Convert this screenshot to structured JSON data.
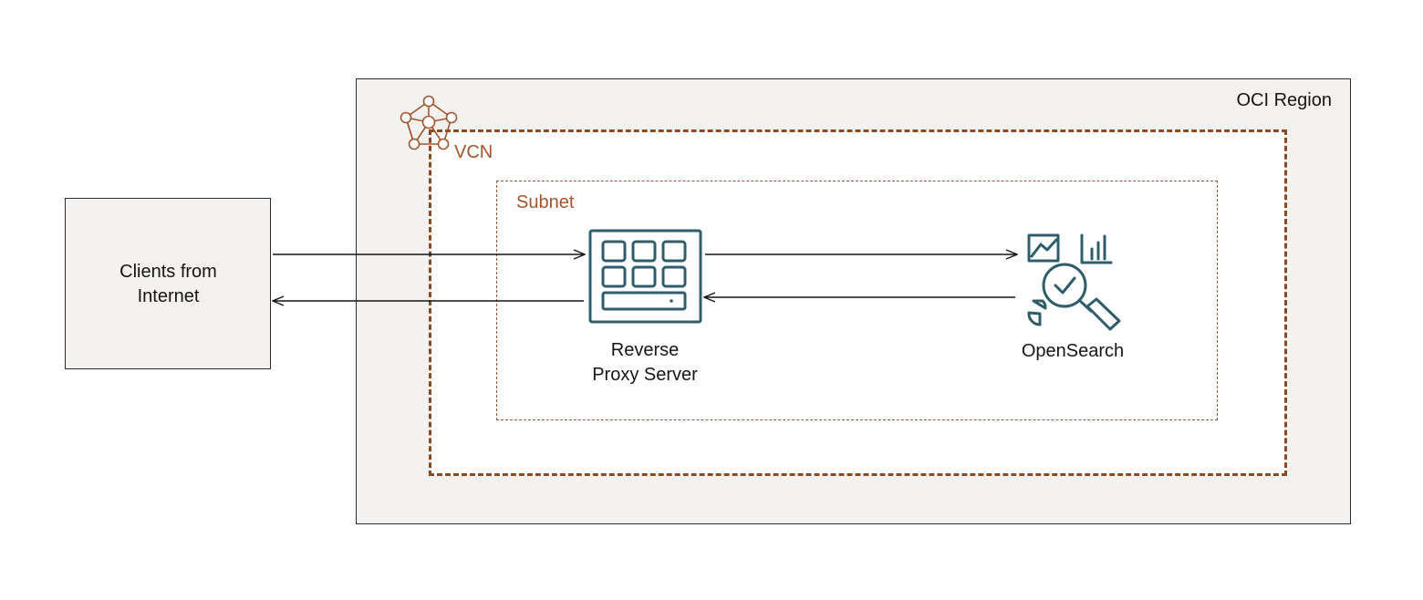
{
  "clients": {
    "label_line1": "Clients from",
    "label_line2": "Internet"
  },
  "region": {
    "label": "OCI Region"
  },
  "vcn": {
    "label": "VCN",
    "icon": "vcn-network-icon"
  },
  "subnet": {
    "label": "Subnet"
  },
  "proxy": {
    "label_line1": "Reverse",
    "label_line2": "Proxy Server",
    "icon": "server-rack-icon"
  },
  "opensearch": {
    "label": "OpenSearch",
    "icon": "opensearch-analytics-icon"
  },
  "colors": {
    "teal_icon": "#2f5d69",
    "vcn_border": "#8a4a22",
    "label_accent": "#a2552d",
    "container_fill": "#f3f2f0",
    "line": "#161513"
  }
}
